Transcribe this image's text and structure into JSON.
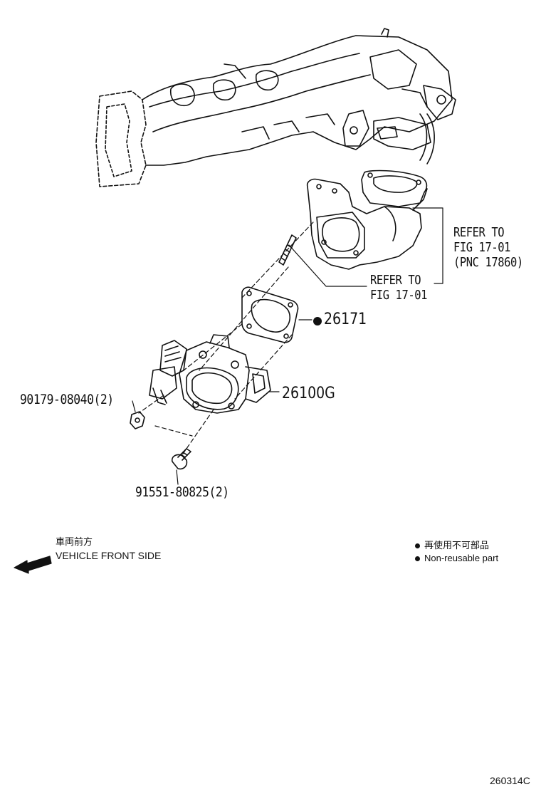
{
  "callouts": {
    "refer_fig_upper": {
      "line1": "REFER TO",
      "line2": "FIG 17-01",
      "line3": "(PNC 17860)"
    },
    "refer_fig_lower": {
      "line1": "REFER TO",
      "line2": "FIG 17-01"
    },
    "gasket": "26171",
    "throttle_body": "26100G",
    "nut": "90179-08040(2)",
    "bolt": "91551-80825(2)"
  },
  "direction": {
    "jp": "車両前方",
    "en": "VEHICLE FRONT SIDE"
  },
  "legend": {
    "jp": "再使用不可部品",
    "en": "Non-reusable part"
  },
  "illustration_code": "260314C"
}
